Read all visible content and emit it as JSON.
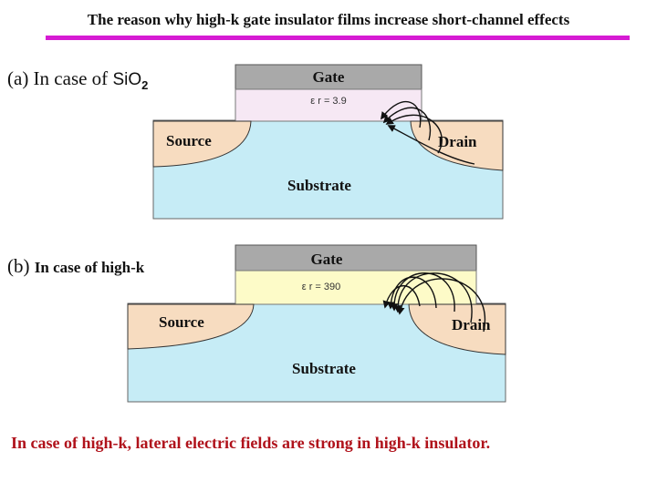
{
  "title": "The reason why high-k gate insulator films increase short-channel effects",
  "case_a": {
    "label_prefix": "(a) In case of ",
    "formula_base": "SiO",
    "formula_sub": "2",
    "gate": "Gate",
    "permittivity": "ε r = 3.9",
    "source": "Source",
    "drain": "Drain",
    "substrate": "Substrate"
  },
  "case_b": {
    "label_prefix": "(b) ",
    "label_text": "In case of high-k",
    "gate": "Gate",
    "permittivity": "ε r = 390",
    "source": "Source",
    "drain": "Drain",
    "substrate": "Substrate"
  },
  "footer": "In case of high-k,  lateral electric fields  are strong in high-k insulator.",
  "colors": {
    "title_rule": "#d61bd3",
    "gate": "#a9a9a9",
    "oxide_sio2": "#f6e8f4",
    "oxide_highk": "#fdfbc8",
    "substrate": "#c6ecf6",
    "doped_region": "#f7dcc0",
    "footer_text": "#b0121b"
  }
}
